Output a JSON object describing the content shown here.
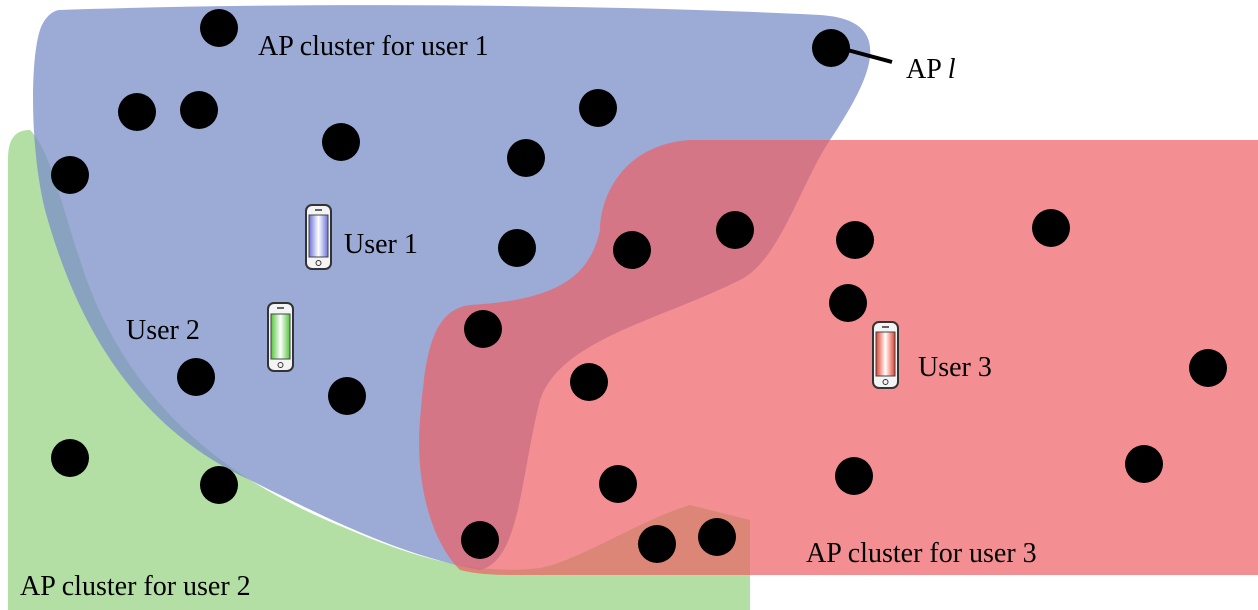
{
  "colors": {
    "cluster_user1": "#7b8ec8",
    "cluster_user2": "#93d17f",
    "cluster_user3": "#ee5f65",
    "ap": "#000000",
    "phone_user1": "#6a72d8",
    "phone_user2": "#52c43a",
    "phone_user3": "#e23d2a"
  },
  "labels": {
    "cluster1": "AP cluster for user 1",
    "cluster2": "AP cluster for user 2",
    "cluster3": "AP cluster for user 3",
    "ap_prefix": "AP",
    "ap_symbol": "l",
    "user1": "User 1",
    "user2": "User 2",
    "user3": "User 3"
  },
  "icons": {
    "access_point": "filled-black-circle",
    "user_device": "smartphone-icon"
  }
}
